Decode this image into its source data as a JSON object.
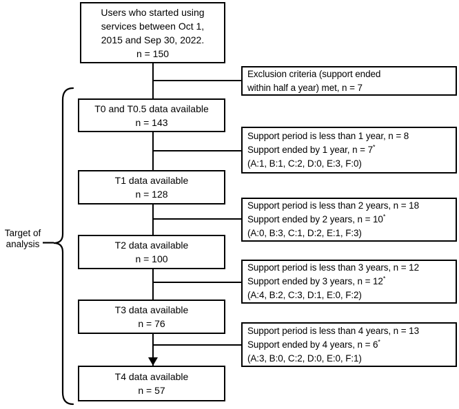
{
  "figure": {
    "background": "#ffffff",
    "ink": "#000000",
    "target_label": {
      "line1": "Target of",
      "line2": "analysis"
    },
    "boxes": {
      "start": {
        "lines": [
          "Users who started using",
          "services between Oct 1,",
          "2015 and Sep 30, 2022.",
          "n = 150"
        ]
      },
      "t05": {
        "line1": "T0 and T0.5 data available",
        "line2": "n = 143"
      },
      "t1": {
        "line1": "T1 data available",
        "line2": "n = 128"
      },
      "t2": {
        "line1": "T2 data available",
        "line2": "n = 100"
      },
      "t3": {
        "line1": "T3 data available",
        "line2": "n = 76"
      },
      "t4": {
        "line1": "T4 data available",
        "line2": "n = 57"
      }
    },
    "side_boxes": {
      "exclusion": {
        "line1": "Exclusion criteria (support ended",
        "line2": "within half a year) met, n = 7"
      },
      "year1": {
        "line1": "Support period is less than 1 year, n = 8",
        "line2": "Support ended by 1 year, n = 7",
        "sup": "*",
        "line3": "(A:1, B:1, C:2, D:0, E:3, F:0)"
      },
      "year2": {
        "line1": "Support period is less than 2 years, n = 18",
        "line2": "Support ended by 2 years, n = 10",
        "sup": "*",
        "line3": "(A:0, B:3, C:1, D:2, E:1, F:3)"
      },
      "year3": {
        "line1": "Support period is less than 3 years, n = 12",
        "line2": "Support ended by 3 years, n = 12",
        "sup": "*",
        "line3": "(A:4, B:2, C:3, D:1, E:0, F:2)"
      },
      "year4": {
        "line1": "Support period is less than 4 years, n = 13",
        "line2": "Support ended by 4 years, n = 6",
        "sup": "*",
        "line3": "(A:3, B:0, C:2, D:0, E:0, F:1)"
      }
    }
  }
}
